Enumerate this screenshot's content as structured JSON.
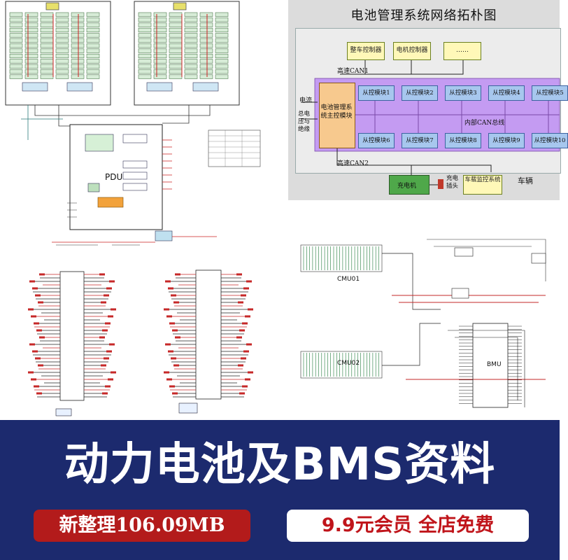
{
  "colors": {
    "banner_bg": "#1c2a6e",
    "badge_red": "#b31b1b",
    "promo_text": "#c0151b",
    "bus_purple": "#c49bf2",
    "master_orange": "#f7c98e",
    "slave_blue": "#a7c7ee",
    "charger_green": "#4fa84a"
  },
  "topology": {
    "title": "电池管理系统网络拓朴图",
    "top_boxes": [
      "整车控制器",
      "电机控制器",
      "……"
    ],
    "can_high1": "高速CAN1",
    "can_high2": "高速CAN2",
    "left_inputs": [
      "电流",
      "总电压与绝缘"
    ],
    "master": "电池管理系统主控模块",
    "internal_bus": "内部CAN总线",
    "slaves_row1": [
      "从控模块1",
      "从控模块2",
      "从控模块3",
      "从控模块4",
      "从控模块5"
    ],
    "slaves_row2": [
      "从控模块6",
      "从控模块7",
      "从控模块8",
      "从控模块9",
      "从控模块10"
    ],
    "charger": "充电机",
    "plug": "充电插头",
    "monitor": "车载监控系统",
    "vehicle": "车辆"
  },
  "schematic": {
    "pdu_label": "PDU",
    "cmu_labels": [
      "CMU01",
      "CMU02"
    ],
    "bmu_label": "BMU"
  },
  "banner": {
    "title": "动力电池及BMS资料",
    "size_badge": "新整理106.09MB",
    "promo": "9.9元会员 全店免费"
  }
}
